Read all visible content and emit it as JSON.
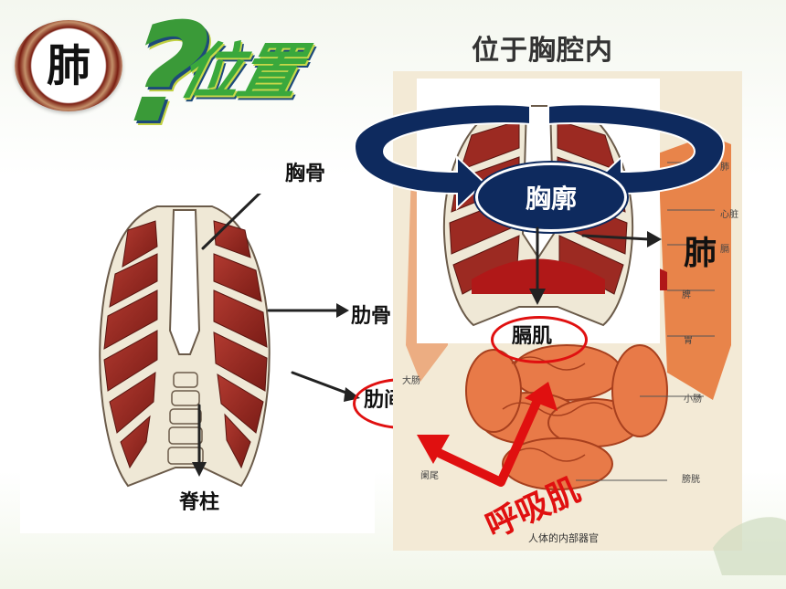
{
  "title": "位于胸腔内",
  "badge": "肺",
  "heading": "位置",
  "labels": {
    "sternum": "胸骨",
    "rib": "肋骨",
    "intercostal": "肋间肌",
    "spine": "脊柱",
    "thorax": "胸廓",
    "lung": "肺",
    "diaphragm": "膈肌",
    "respiratory": "呼吸肌"
  },
  "figure_labels": {
    "lung": "肺",
    "heart": "心脏",
    "diaphragm": "膈",
    "spleen": "脾",
    "stomach": "胃",
    "small_intestine": "小肠",
    "appendix": "阑尾",
    "bladder": "膀胱",
    "large_intestine": "大肠",
    "caption": "人体的内部器官"
  },
  "colors": {
    "accent_red": "#e01010",
    "oval_navy": "#0e2a5e",
    "muscle": "#9c2a22",
    "bone": "#efe8d6",
    "green": "#3aa83c"
  }
}
